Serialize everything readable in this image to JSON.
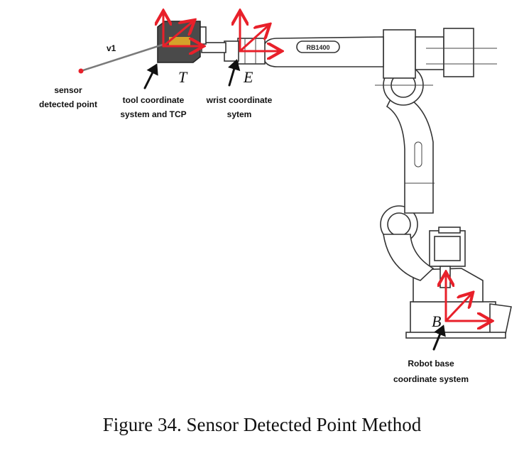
{
  "labels": {
    "v1": "v1",
    "sensor_line1": "sensor",
    "sensor_line2": "detected point",
    "tool_line1": "tool coordinate",
    "tool_line2": "system and TCP",
    "wrist_line1": "wrist coordinate",
    "wrist_line2": "sytem",
    "base_line1": "Robot base",
    "base_line2": "coordinate system",
    "frame_T": "T",
    "frame_E": "E",
    "frame_B": "B",
    "arm_marking": "RB1400"
  },
  "caption": "Figure 34. Sensor Detected Point Method",
  "colors": {
    "axis": "#e8202a",
    "sensor": "#d4a22a",
    "pointer": "#111111"
  }
}
